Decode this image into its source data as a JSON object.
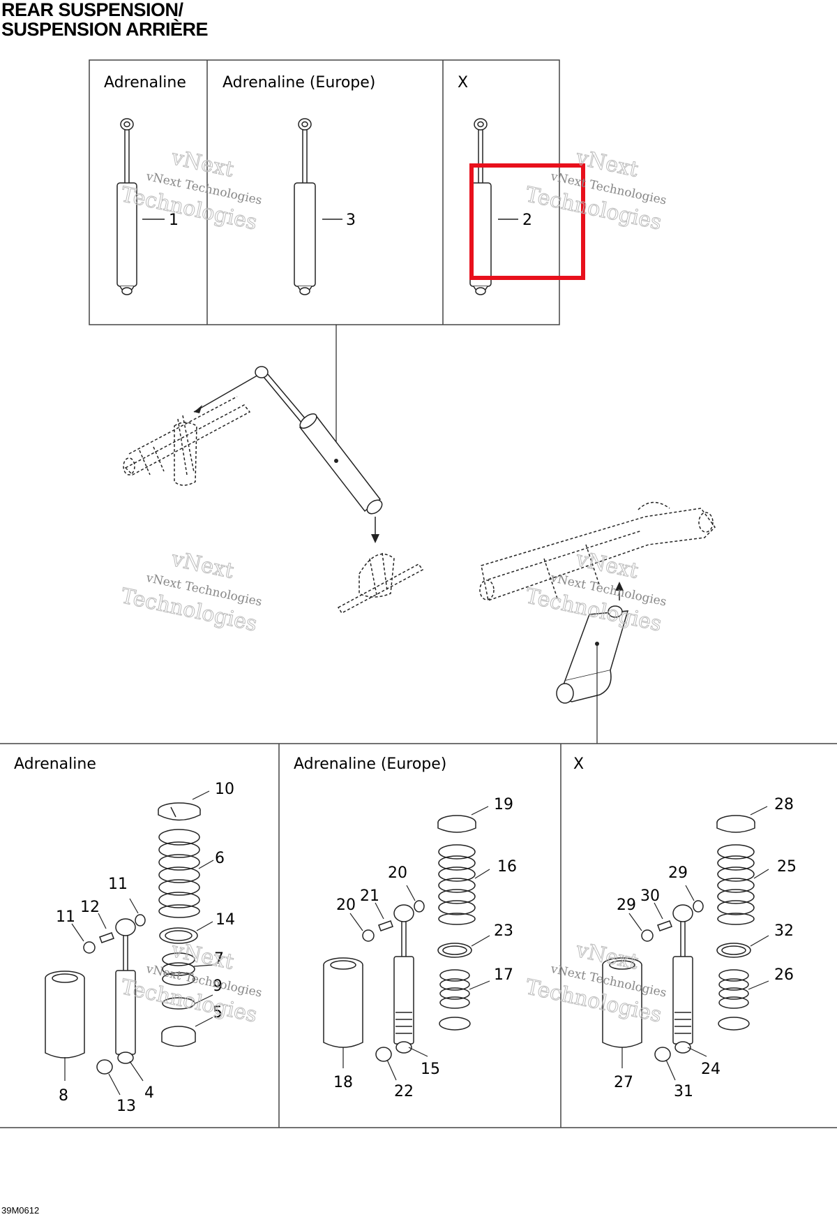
{
  "title": {
    "line1": "REAR SUSPENSION/",
    "line2": "SUSPENSION ARRIÈRE"
  },
  "top_panels": [
    {
      "header": "Adrenaline",
      "callout": "1"
    },
    {
      "header": "Adrenaline (Europe)",
      "callout": "3"
    },
    {
      "header": "X",
      "callout": "2"
    }
  ],
  "bottom_panels": [
    {
      "header": "Adrenaline"
    },
    {
      "header": "Adrenaline (Europe)"
    },
    {
      "header": "X"
    }
  ],
  "callouts_bottom_left": [
    "10",
    "6",
    "11",
    "12",
    "11",
    "14",
    "7",
    "9",
    "5",
    "8",
    "13",
    "4"
  ],
  "callouts_bottom_mid": [
    "19",
    "16",
    "20",
    "21",
    "20",
    "23",
    "17",
    "18",
    "22",
    "15"
  ],
  "callouts_bottom_right": [
    "28",
    "25",
    "29",
    "30",
    "29",
    "32",
    "26",
    "27",
    "31",
    "24"
  ],
  "watermark": {
    "line1": "vNext",
    "line2": "vNext Technologies",
    "line3": "Technologies"
  },
  "footer_code": "39M0612",
  "highlight_color": "#e8101c"
}
